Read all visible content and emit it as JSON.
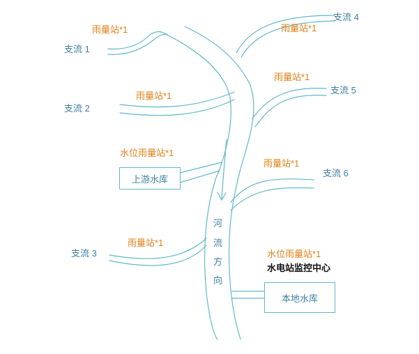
{
  "tributaries": [
    {
      "label": "支流 1"
    },
    {
      "label": "支流 2"
    },
    {
      "label": "支流 3"
    },
    {
      "label": "支流 4"
    },
    {
      "label": "支流 5"
    },
    {
      "label": "支流 6"
    }
  ],
  "rain_stations": {
    "t1": "雨量站*1",
    "t2": "雨量站*1",
    "t3": "雨量站*1",
    "t4": "雨量站*1",
    "t5": "雨量站*1",
    "t6": "雨量站*1"
  },
  "upstream": {
    "station_label": "水位雨量站*1",
    "reservoir_label": "上游水库"
  },
  "local": {
    "station_label": "水位雨量站*1",
    "center_label": "水电站监控中心",
    "reservoir_label": "本地水库"
  },
  "flow_direction": [
    "河",
    "流",
    "方",
    "向"
  ],
  "colors": {
    "river_line": "#5fb7cd",
    "tributary_text": "#3c7fa0",
    "station_text": "#e07f16",
    "center_text": "#111111"
  }
}
